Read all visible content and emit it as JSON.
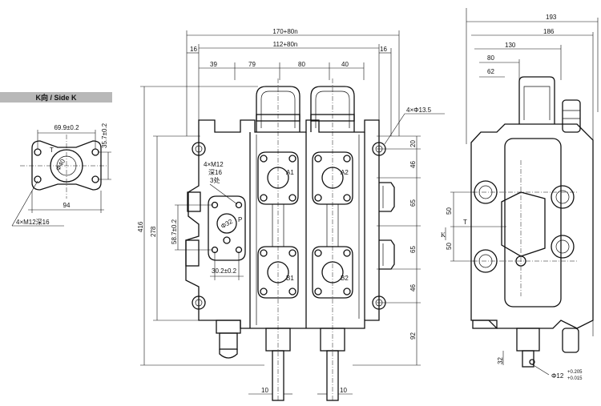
{
  "side_k": {
    "title": "K向 / Side K",
    "dim_width": "69.9±0.2",
    "dim_height": "35.7±0.2",
    "dim_overall": "94",
    "bolt_note": "4×M12深16",
    "port_label": "T",
    "port_dia": "Φ40"
  },
  "front": {
    "dim_total": "170+80n",
    "dim_inner": "112+80n",
    "dim_left_16": "16",
    "dim_right_16": "16",
    "dim_39": "39",
    "dim_79": "79",
    "dim_80": "80",
    "dim_40": "40",
    "dim_416": "416",
    "dim_278": "278",
    "dim_20": "20",
    "dim_46a": "46",
    "dim_65a": "65",
    "dim_65b": "65",
    "dim_46b": "46",
    "dim_92": "92",
    "dim_10a": "10",
    "dim_10b": "10",
    "dim_587": "58.7±0.2",
    "dim_302": "30.2±0.2",
    "mount_holes": "4×Φ13.5",
    "p_bolts_a": "4×M12",
    "p_bolts_b": "深16",
    "p_bolts_c": "3处",
    "p_port_dia": "Φ32",
    "label_p": "P",
    "label_a1": "A1",
    "label_a2": "A2",
    "label_b1": "B1",
    "label_b2": "B2"
  },
  "side": {
    "dim_193": "193",
    "dim_186": "186",
    "dim_130": "130",
    "dim_80": "80",
    "dim_62": "62",
    "dim_50a": "50",
    "dim_50b": "50",
    "dim_32": "32",
    "label_k": "K",
    "label_t": "T",
    "shaft_dia": "Φ12",
    "tol_upper": "+0.205",
    "tol_lower": "+0.015"
  }
}
